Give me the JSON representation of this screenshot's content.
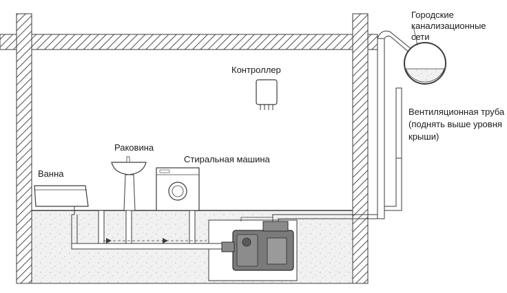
{
  "labels": {
    "city_sewer": [
      "Городские",
      "канализационные",
      "сети"
    ],
    "controller": "Контроллер",
    "ventilation": [
      "Вентиляционная труба",
      "(поднять выше уровня",
      "крыши)"
    ],
    "sink": "Раковина",
    "washing_machine": "Стиральная машина",
    "bath": "Ванна"
  },
  "colors": {
    "line": "#3a3a3a",
    "wall_hatch": "#5a5a5a",
    "floor_fill": "#f1f1f1",
    "pump_body": "#6a6a6a",
    "pipe_fill": "#ffffff"
  }
}
